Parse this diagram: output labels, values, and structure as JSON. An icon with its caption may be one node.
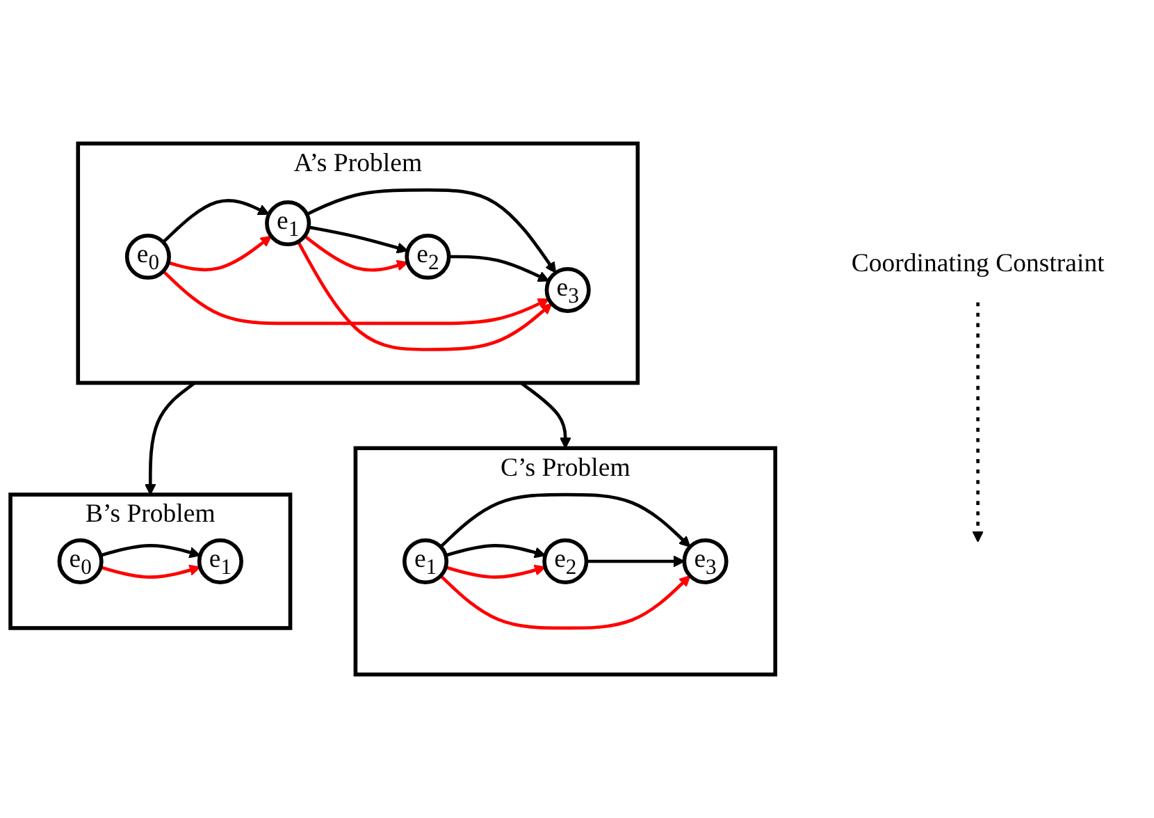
{
  "diagram": {
    "nodes": [
      {
        "text": [
          "A’s Problem"
        ]
      },
      {
        "text": [
          "e$_{0}$"
        ],
        "in": 0
      },
      {
        "text": [
          "e$_{1}$"
        ],
        "in": 0
      },
      {
        "text": [
          "e$_{2}$"
        ],
        "in": 0
      },
      {
        "text": [
          "e$_{3}$"
        ],
        "in": 0
      },
      {
        "text": [
          "Coordinating Constraint"
        ]
      },
      {
        "text": [
          "B’s Problem"
        ]
      },
      {
        "text": [
          "e$_{0}$"
        ],
        "in": 6
      },
      {
        "text": [
          "e$_{1}$"
        ],
        "in": 6
      },
      {
        "text": [
          "C’s Problem"
        ]
      },
      {
        "text": [
          "e$_{1}$"
        ],
        "in": 9
      },
      {
        "text": [
          "e$_{2}$"
        ],
        "in": 9
      },
      {
        "text": [
          "e$_{3}$"
        ],
        "in": 9
      }
    ],
    "edges": [
      {
        "from": 1,
        "to": 2,
        "arrow": "to"
      },
      {
        "from": 2,
        "to": 3,
        "arrow": "to"
      },
      {
        "from": 2,
        "to": 4,
        "arrow": "to"
      },
      {
        "from": 3,
        "to": 4,
        "arrow": "to"
      },
      {
        "from": 1,
        "to": 4,
        "arrow": "to",
        "color": "#ff0000"
      },
      {
        "from": 1,
        "to": 2,
        "arrow": "to",
        "color": "#ff0000"
      },
      {
        "from": 2,
        "to": 3,
        "arrow": "to",
        "color": "#ff0000"
      },
      {
        "from": 2,
        "to": 4,
        "arrow": "to",
        "color": "#ff0000"
      },
      {
        "from": 5,
        "to": null,
        "arrow": "to",
        "style": "dashed"
      },
      {
        "from": 0,
        "to": 6,
        "arrow": "to"
      },
      {
        "from": 0,
        "to": 9,
        "arrow": "to"
      },
      {
        "from": 7,
        "to": 8,
        "arrow": "to"
      },
      {
        "from": 7,
        "to": 8,
        "arrow": "to",
        "color": "#ff0000"
      },
      {
        "from": 10,
        "to": 11,
        "arrow": "to"
      },
      {
        "from": 10,
        "to": 12,
        "arrow": "to"
      },
      {
        "from": 11,
        "to": 12,
        "arrow": "to"
      },
      {
        "from": 10,
        "to": 11,
        "arrow": "to",
        "color": "#ff0000"
      },
      {
        "from": 10,
        "to": 12,
        "arrow": "to",
        "color": "#ff0000"
      }
    ]
  }
}
